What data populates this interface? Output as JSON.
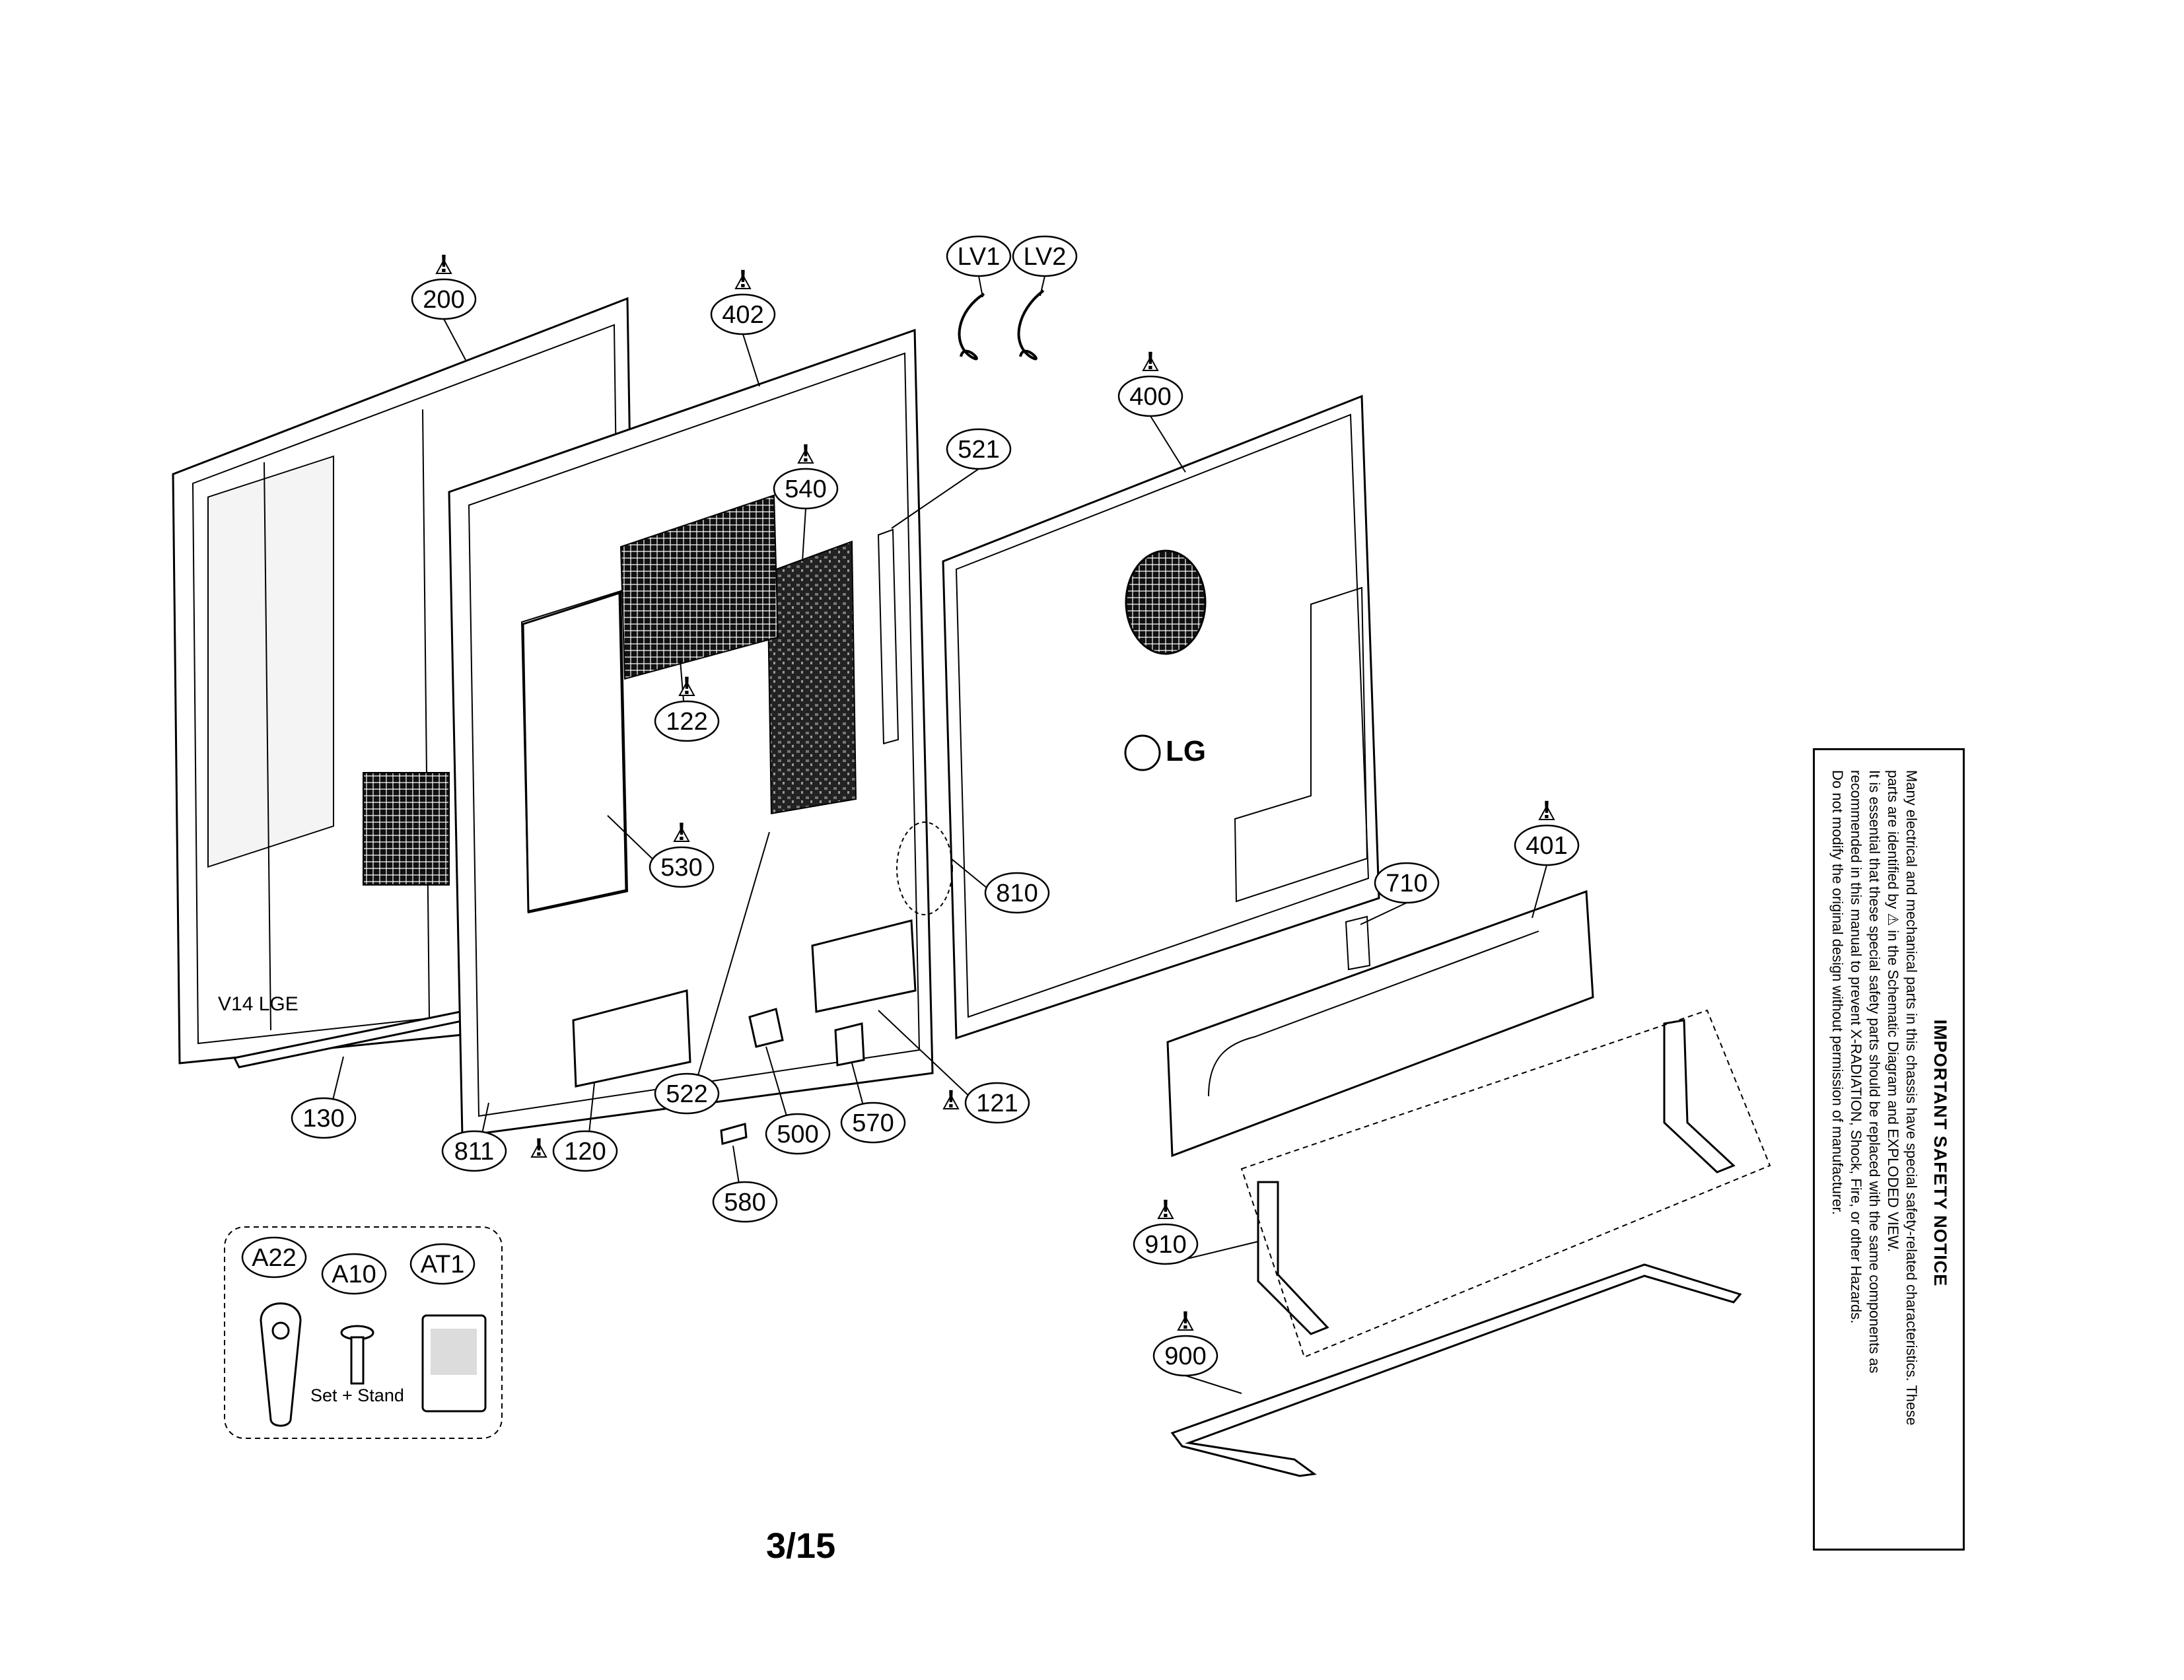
{
  "page": {
    "number": "3/15"
  },
  "callouts": [
    {
      "id": "200",
      "warning": true
    },
    {
      "id": "402",
      "warning": true
    },
    {
      "id": "LV1",
      "warning": false
    },
    {
      "id": "LV2",
      "warning": false
    },
    {
      "id": "400",
      "warning": true
    },
    {
      "id": "521",
      "warning": false
    },
    {
      "id": "540",
      "warning": true
    },
    {
      "id": "122",
      "warning": true
    },
    {
      "id": "530",
      "warning": true
    },
    {
      "id": "810",
      "warning": false
    },
    {
      "id": "710",
      "warning": false
    },
    {
      "id": "401",
      "warning": true
    },
    {
      "id": "130",
      "warning": false
    },
    {
      "id": "811",
      "warning": false
    },
    {
      "id": "120",
      "warning": true
    },
    {
      "id": "522",
      "warning": false
    },
    {
      "id": "500",
      "warning": false
    },
    {
      "id": "570",
      "warning": false
    },
    {
      "id": "121",
      "warning": true
    },
    {
      "id": "580",
      "warning": false
    },
    {
      "id": "910",
      "warning": true
    },
    {
      "id": "900",
      "warning": true
    },
    {
      "id": "A22",
      "warning": false
    },
    {
      "id": "A10",
      "warning": false
    },
    {
      "id": "AT1",
      "warning": false
    }
  ],
  "accessories": {
    "screw_caption": "Set + Stand"
  },
  "panel_prints": {
    "brand_logo": "LG",
    "panel_code": "V14 LGE"
  },
  "safety_notice": {
    "title": "IMPORTANT SAFETY NOTICE",
    "lines": [
      "Many electrical and mechanical parts in this chassis have special safety-related characteristics. These",
      "parts are identified by ⚠ in the Schematic Diagram and EXPLODED VIEW.",
      "It is essential that these special safety parts should be replaced with the same components as",
      "recommended in this manual to prevent X-RADIATION, Shock, Fire, or other Hazards.",
      "Do not modify the original design without permission of manufacturer."
    ]
  },
  "colors": {
    "ink": "#000000",
    "paper": "#ffffff",
    "panel_shade": "#e8e8e8",
    "pcb": "#1a1a1a"
  }
}
